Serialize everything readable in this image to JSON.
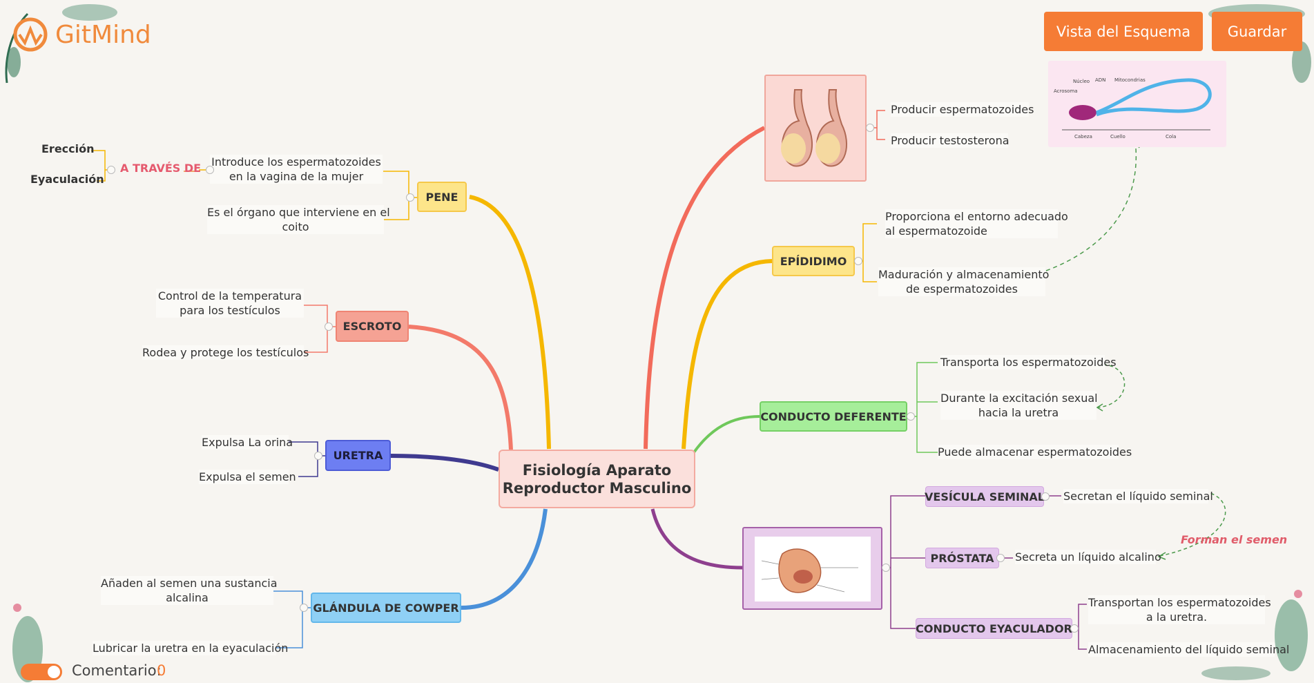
{
  "app": {
    "name": "GitMind"
  },
  "toolbar": {
    "outline_label": "Vista del Esquema",
    "save_label": "Guardar"
  },
  "footer": {
    "comment_label": "Comentario:",
    "comment_count": "0"
  },
  "root": {
    "line1": "Fisiología Aparato",
    "line2": "Reproductor Masculino"
  },
  "branches": {
    "pene": {
      "label": "PENE",
      "leaf1a": "Introduce los espermatozoides",
      "leaf1b": "en la vagina de la mujer",
      "leaf2a": "Es el órgano que interviene en el",
      "leaf2b": "coito",
      "via": "A TRAVÉS DE",
      "via1": "Erección",
      "via2": "Eyaculación"
    },
    "escroto": {
      "label": "ESCROTO",
      "leaf1a": "Control de la temperatura",
      "leaf1b": "para los testículos",
      "leaf2": "Rodea y protege los testículos"
    },
    "uretra": {
      "label": "URETRA",
      "leaf1": "Expulsa La orina",
      "leaf2": "Expulsa el semen"
    },
    "cowper": {
      "label": "GLÁNDULA DE COWPER",
      "leaf1a": "Añaden al semen una sustancia",
      "leaf1b": "alcalina",
      "leaf2": "Lubricar la uretra en la eyaculación"
    },
    "testiculos": {
      "leaf1": "Producir espermatozoides",
      "leaf2": "Producir testosterona"
    },
    "epididimo": {
      "label": "EPÍDIDIMO",
      "leaf1a": "Proporciona el entorno adecuado",
      "leaf1b": "al espermatozoide",
      "leaf2a": "Maduración y almacenamiento",
      "leaf2b": "de espermatozoides"
    },
    "deferente": {
      "label": "CONDUCTO DEFERENTE",
      "leaf1": "Transporta los espermatozoides",
      "leaf2a": "Durante la excitación sexual",
      "leaf2b": "hacia la uretra",
      "leaf3": "Puede almacenar espermatozoides"
    },
    "vesicula": {
      "label": "VESÍCULA SEMINAL",
      "leaf1": "Secretan el líquido seminal"
    },
    "prostata": {
      "label": "PRÓSTATA",
      "leaf1": "Secreta un líquido alcalino"
    },
    "eyaculador": {
      "label": "CONDUCTO EYACULADOR",
      "leaf1a": "Transportan los espermatozoides",
      "leaf1b": "a la uretra.",
      "leaf2": "Almacenamiento del líquido seminal"
    },
    "note": "Forman el semen"
  },
  "sperm_image": {
    "labels": [
      "Acrosoma",
      "Núcleo",
      "ADN",
      "Mitocondrias",
      "Cabeza",
      "Cuello",
      "Cola"
    ]
  },
  "colors": {
    "accent": "#f57c35",
    "pene": "#f5b700",
    "escroto": "#f37a6a",
    "uretra": "#3f3a8f",
    "cowper": "#4a90d9",
    "testiculos": "#f26b5b",
    "epididimo": "#f5b700",
    "deferente": "#6fc85b",
    "prostate_group": "#8e3f8e"
  }
}
